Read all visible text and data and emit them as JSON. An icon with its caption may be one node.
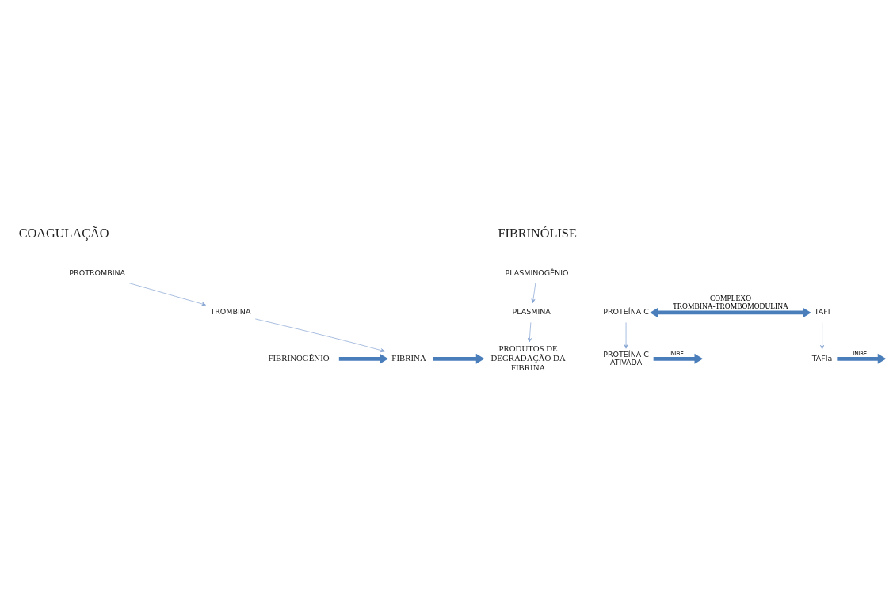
{
  "diagram": {
    "nodes": [
      {
        "text": [
          "PROTROMBINA"
        ]
      },
      {
        "text": [
          "TROMBINA"
        ]
      },
      {
        "text": [
          "PROTEÍNA C ATIVADA"
        ]
      },
      {
        "text": [
          "PROTEÍNA C"
        ]
      },
      {
        "text": [
          "TAFIa"
        ]
      },
      {
        "text": [
          "TAFI"
        ]
      },
      {
        "text": [
          "PLASMINOGÊNIO"
        ]
      },
      {
        "text": [
          "PLASMINA"
        ]
      },
      {
        "text": [
          "FIBRINOGÊNIO"
        ]
      },
      {
        "text": [
          "FIBRINA"
        ]
      },
      {
        "text": [
          "PRODUTOS DE DEGRADAÇÃO DA FIBRINA"
        ]
      }
    ],
    "edges": [
      {
        "from": 0,
        "to": 1,
        "arrow": "to"
      },
      {
        "from": 2,
        "to": null,
        "arrow": "to",
        "label": "INIBE",
        "style": "thick"
      },
      {
        "from": 3,
        "to": 2,
        "arrow": "to"
      },
      {
        "from": 3,
        "to": 5,
        "arrow": "both",
        "label": "COMPLEXO TROMBINA-TROMBOMODULINA",
        "style": "thick"
      },
      {
        "from": 5,
        "to": 4,
        "arrow": "to"
      },
      {
        "from": 4,
        "to": null,
        "arrow": "to",
        "label": "INIBE",
        "style": "thick"
      },
      {
        "from": 6,
        "to": 7,
        "arrow": "to"
      },
      {
        "from": 1,
        "to": 9,
        "arrow": "to"
      },
      {
        "from": 7,
        "to": 10,
        "arrow": "to"
      },
      {
        "from": 8,
        "to": 9,
        "arrow": "to",
        "style": "thick"
      },
      {
        "from": 9,
        "to": 10,
        "arrow": "to",
        "style": "thick"
      }
    ],
    "labels": [
      "COAGULAÇÃO",
      "FIBRINÓLISE"
    ]
  }
}
